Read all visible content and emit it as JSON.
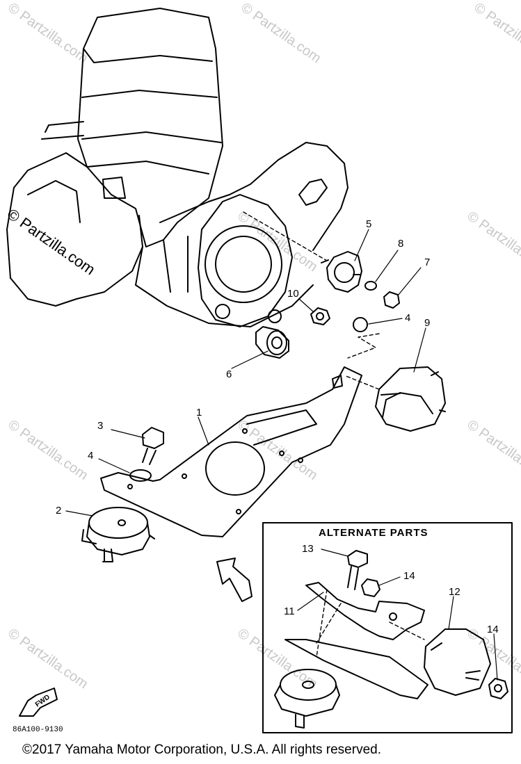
{
  "watermark": "© Partzilla.com",
  "alternate_parts_title": "ALTERNATE PARTS",
  "callouts": {
    "p1": "1",
    "p2": "2",
    "p3": "3",
    "p4a": "4",
    "p4b": "4",
    "p5": "5",
    "p6": "6",
    "p7": "7",
    "p8": "8",
    "p9": "9",
    "p10": "10",
    "p11": "11",
    "p12": "12",
    "p13": "13",
    "p14a": "14",
    "p14b": "14"
  },
  "fwd_label": "FWD",
  "diagram_code": "86A100-9130",
  "copyright": "©2017 Yamaha Motor Corporation, U.S.A. All rights reserved."
}
